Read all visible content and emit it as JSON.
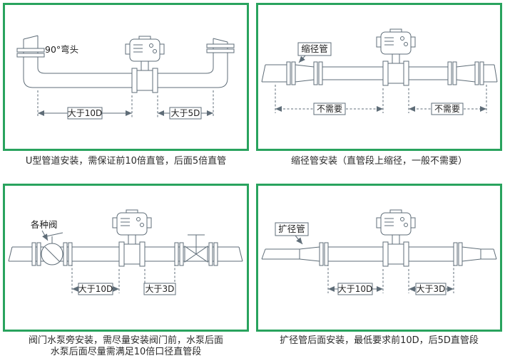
{
  "colors": {
    "green": "#29a35e",
    "line": "#5f6d78",
    "text": "#2b2b2b"
  },
  "panels": {
    "p1": {
      "labels": {
        "elbow": "90°弯头",
        "before": "大于10D",
        "after": "大于5D"
      },
      "caption": "U型管道安装，需保证前10倍直管，后面5倍直管"
    },
    "p2": {
      "labels": {
        "part": "缩径管",
        "left": "不需要",
        "right": "不需要"
      },
      "caption": "缩径管安装（直管段上缩径，一般不需要）"
    },
    "p3": {
      "labels": {
        "part": "各种阀",
        "before": "大于10D",
        "after": "大于3D"
      },
      "caption1": "阀门水泵旁安装，需尽量安装阀门前，水泵后面",
      "caption2": "水泵后面尽量需满足10倍口径直管段"
    },
    "p4": {
      "labels": {
        "part": "扩径管",
        "before": "大于10D",
        "after": "大于3D"
      },
      "caption": "扩径管后面安装，最低要求前10D，后5D直管段"
    }
  }
}
